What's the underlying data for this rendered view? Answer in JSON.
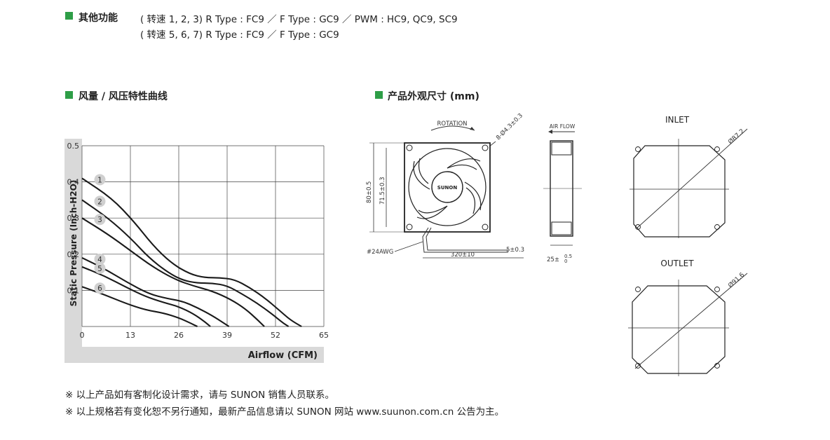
{
  "functions": {
    "title": "其他功能",
    "line1": "( 转速 1, 2, 3) R Type : FC9 ／ F Type : GC9 ／ PWM : HC9, QC9, SC9",
    "line2": "( 转速 5, 6, 7) R Type : FC9 ／ F Type : GC9"
  },
  "sections": {
    "curve_title": "风量 / 风压特性曲线",
    "dims_title": "产品外观尺寸 (mm)"
  },
  "chart_data": {
    "type": "line",
    "xlabel": "Airflow (CFM)",
    "ylabel": "Static Pressure (Inch-H2O)",
    "xlim": [
      0,
      65
    ],
    "ylim": [
      0,
      0.5
    ],
    "x_ticks": [
      "0",
      "13",
      "26",
      "39",
      "52",
      "65"
    ],
    "y_ticks": [
      "0.1",
      "0.2",
      "0.3",
      "0.4",
      "0.5"
    ],
    "grid": true,
    "series": [
      {
        "name": "1",
        "points": [
          [
            0,
            0.41
          ],
          [
            8,
            0.355
          ],
          [
            14,
            0.29
          ],
          [
            19,
            0.225
          ],
          [
            24,
            0.175
          ],
          [
            29,
            0.145
          ],
          [
            33,
            0.135
          ],
          [
            37,
            0.135
          ],
          [
            41,
            0.13
          ],
          [
            45,
            0.108
          ],
          [
            49,
            0.08
          ],
          [
            53,
            0.045
          ],
          [
            56,
            0.018
          ],
          [
            59,
            0
          ]
        ]
      },
      {
        "name": "2",
        "points": [
          [
            0,
            0.35
          ],
          [
            7,
            0.3
          ],
          [
            13,
            0.245
          ],
          [
            18,
            0.19
          ],
          [
            23,
            0.15
          ],
          [
            27,
            0.128
          ],
          [
            31,
            0.12
          ],
          [
            35,
            0.12
          ],
          [
            39,
            0.113
          ],
          [
            43,
            0.09
          ],
          [
            47,
            0.065
          ],
          [
            51,
            0.035
          ],
          [
            54,
            0.01
          ],
          [
            55.5,
            0
          ]
        ]
      },
      {
        "name": "3",
        "points": [
          [
            0,
            0.3
          ],
          [
            7,
            0.255
          ],
          [
            13,
            0.21
          ],
          [
            19,
            0.165
          ],
          [
            25,
            0.13
          ],
          [
            30,
            0.112
          ],
          [
            35,
            0.098
          ],
          [
            40,
            0.075
          ],
          [
            44,
            0.048
          ],
          [
            47,
            0.02
          ],
          [
            49,
            0
          ]
        ]
      },
      {
        "name": "4",
        "points": [
          [
            0,
            0.19
          ],
          [
            6,
            0.16
          ],
          [
            12,
            0.123
          ],
          [
            18,
            0.09
          ],
          [
            23,
            0.077
          ],
          [
            27,
            0.07
          ],
          [
            31,
            0.052
          ],
          [
            35,
            0.03
          ],
          [
            38,
            0.01
          ],
          [
            39.5,
            0
          ]
        ]
      },
      {
        "name": "5",
        "points": [
          [
            0,
            0.165
          ],
          [
            6,
            0.14
          ],
          [
            12,
            0.108
          ],
          [
            17,
            0.083
          ],
          [
            22,
            0.066
          ],
          [
            26,
            0.055
          ],
          [
            30,
            0.035
          ],
          [
            33,
            0.013
          ],
          [
            34.5,
            0
          ]
        ]
      },
      {
        "name": "6",
        "points": [
          [
            0,
            0.11
          ],
          [
            6,
            0.088
          ],
          [
            12,
            0.063
          ],
          [
            17,
            0.046
          ],
          [
            22,
            0.037
          ],
          [
            26,
            0.024
          ],
          [
            29,
            0.01
          ],
          [
            31,
            0
          ]
        ]
      }
    ]
  },
  "dims": {
    "rotation": "ROTATION",
    "hole": "8-Ø4.3±0.3",
    "logo": "SUNON",
    "h80": "80±0.5",
    "h715": "71.5±0.3",
    "wire": "#24AWG",
    "len": "320±10",
    "strip": "5±0.3",
    "airflow": "AIR FLOW",
    "thick": "25±",
    "thick_sup": "0.5",
    "thick_sub": "0",
    "inlet": "INLET",
    "inlet_d": "Ø87.2",
    "outlet": "OUTLET",
    "outlet_d": "Ø91.6"
  },
  "notes": {
    "n1": "※ 以上产品如有客制化设计需求，请与 SUNON 销售人员联系。",
    "n2": "※ 以上规格若有变化恕不另行通知，最新产品信息请以 SUNON 网站 www.suunon.com.cn 公告为主。"
  },
  "colors": {
    "accent": "#2e9e47",
    "panel": "#d9d9d9"
  }
}
